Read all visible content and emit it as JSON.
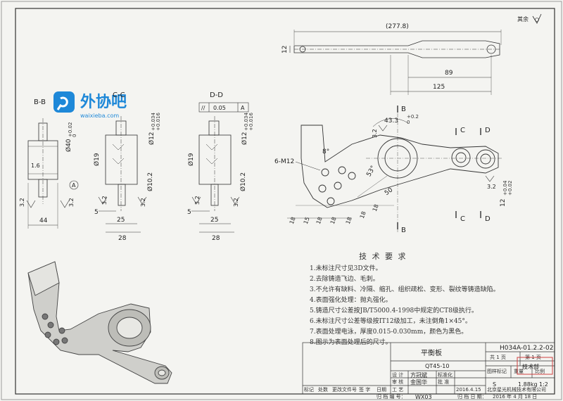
{
  "logo": {
    "name": "外协吧",
    "domain": "waixieba.com"
  },
  "roughness": "其余",
  "top_view": {
    "dim_total": "(277.8)",
    "dim_thickness": "12",
    "dim_89": "89",
    "dim_125": "125"
  },
  "section_bb": {
    "label": "B-B",
    "dia": "Ø40",
    "tol_upper": "+0.02",
    "tol_lower": "0",
    "r": "1.6",
    "datum": "A",
    "width": "44",
    "rough_left": "3.2",
    "rough_right": "3.2"
  },
  "section_cc": {
    "label": "C-C",
    "dia19": "Ø19",
    "dia12": "Ø12",
    "tol_upper": "+0.034",
    "tol_lower": "+0.016",
    "dia10": "Ø10.2",
    "rough_a": "3.2",
    "rough_b": "3.2",
    "w5": "5",
    "w25": "25",
    "w28": "28"
  },
  "section_dd": {
    "label": "D-D",
    "tol_symbol": "//",
    "tol_value": "0.05",
    "tol_datum": "A",
    "dia19": "Ø19",
    "dia12": "Ø12",
    "tol_upper": "+0.034",
    "tol_lower": "+0.016",
    "dia10": "Ø10.2",
    "rough_a": "3.2",
    "rough_b": "3.2",
    "w5": "5",
    "w25": "25",
    "w28": "28"
  },
  "main_view": {
    "b_top": "B",
    "b_bottom": "B",
    "c_top": "C",
    "c_bottom": "C",
    "d_top": "D",
    "d_bottom": "D",
    "r_top": "43.3",
    "r_tol_upper": "+0.2",
    "r_tol_lower": "0",
    "angle_8": "8°",
    "angle_53": "53°",
    "holes": "6-M12",
    "dim_50": "50",
    "dim_18a": "18",
    "dim_15": "15",
    "dim_18b": "18",
    "dim_18c": "18",
    "dim_18d": "18",
    "dim_18e": "18",
    "dim_18f": "18",
    "rough_1": "3.2",
    "rough_2": "3.2",
    "dim_12": "12",
    "dim_12_tol_upper": "+0.04",
    "dim_12_tol_lower": "+0.02"
  },
  "tech_req": {
    "title": "技 术 要 求",
    "items": [
      "1.未标注尺寸见3D文件。",
      "2.去除铸造飞边、毛刺。",
      "3.不允许有缺料、冷隔、缩孔、组织疏松、变形、裂纹等铸造缺陷。",
      "4.表面强化处理：抛丸强化。",
      "5.铸造尺寸公差按JB/T5000.4-1998中规定的CT8级执行。",
      "6.未标注尺寸公差等级按IT12级加工，未注倒角1×45°。",
      "7.表面处理电泳，厚度0.015-0.030mm，颜色为黑色。",
      "8.图示为表面处理后的尺寸。"
    ]
  },
  "title_block": {
    "drawing_no": "H034A-01.2.2-02",
    "part_name": "平衡板",
    "material": "QT45-10",
    "total_pages": "共 1 页",
    "page": "第 1 页",
    "label_drawing_mark": "图样标记",
    "label_weight": "重量",
    "label_scale": "比例",
    "mark": "S",
    "weight": "1.88kg",
    "scale": "1:2",
    "role_design": "设 计",
    "role_check": "审 核",
    "role_craft": "工 艺",
    "role_std": "标准化",
    "role_approve": "批 准",
    "sig_design": "方冠斌",
    "sig_check": "金国华",
    "date_sign": "2016.4.15",
    "rev_mark": "标记",
    "rev_count": "处数",
    "rev_zone": "更改文件号",
    "rev_sign": "签 字",
    "rev_date": "日期",
    "company": "北京星光机械技术有限公司",
    "stamp_text": "技术部",
    "footer_no_label": "归 档 编 号：",
    "footer_no": "WX03",
    "footer_date_label": "归 档 日 期：",
    "footer_date": "2016 年 4 月 18 日"
  }
}
